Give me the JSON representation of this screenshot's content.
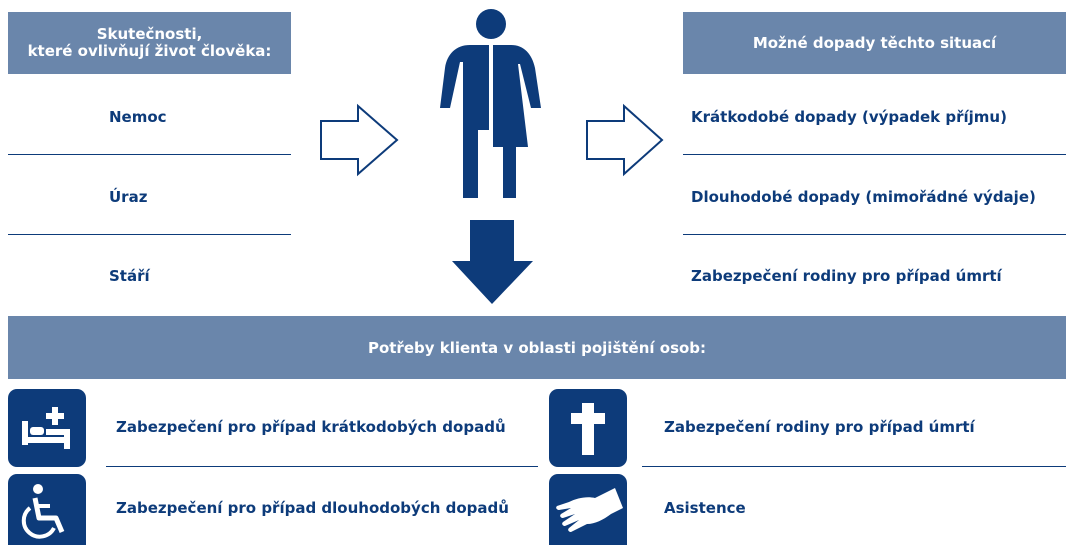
{
  "left": {
    "header_line1": "Skutečnosti,",
    "header_line2": "které ovlivňují život člověka:",
    "items": [
      "Nemoc",
      "Úraz",
      "Stáří"
    ]
  },
  "right": {
    "header": "Možné dopady těchto situací",
    "items": [
      "Krátkodobé dopady (výpadek příjmu)",
      "Dlouhodobé dopady (mimořádné výdaje)",
      "Zabezpečení rodiny pro případ úmrtí"
    ]
  },
  "bottom": {
    "header": "Potřeby klienta v oblasti pojištění osob:",
    "needs": [
      {
        "icon": "hospital-bed-icon",
        "label": "Zabezpečení pro případ krátkodobých dopadů"
      },
      {
        "icon": "wheelchair-icon",
        "label": "Zabezpečení pro případ dlouhodobých dopadů"
      },
      {
        "icon": "cross-icon",
        "label": "Zabezpečení rodiny pro případ úmrtí"
      },
      {
        "icon": "hand-icon",
        "label": "Asistence"
      }
    ]
  },
  "colors": {
    "navy": "#0d3b7a",
    "header_bg": "#6a86ab",
    "text_on_header": "#ffffff"
  }
}
